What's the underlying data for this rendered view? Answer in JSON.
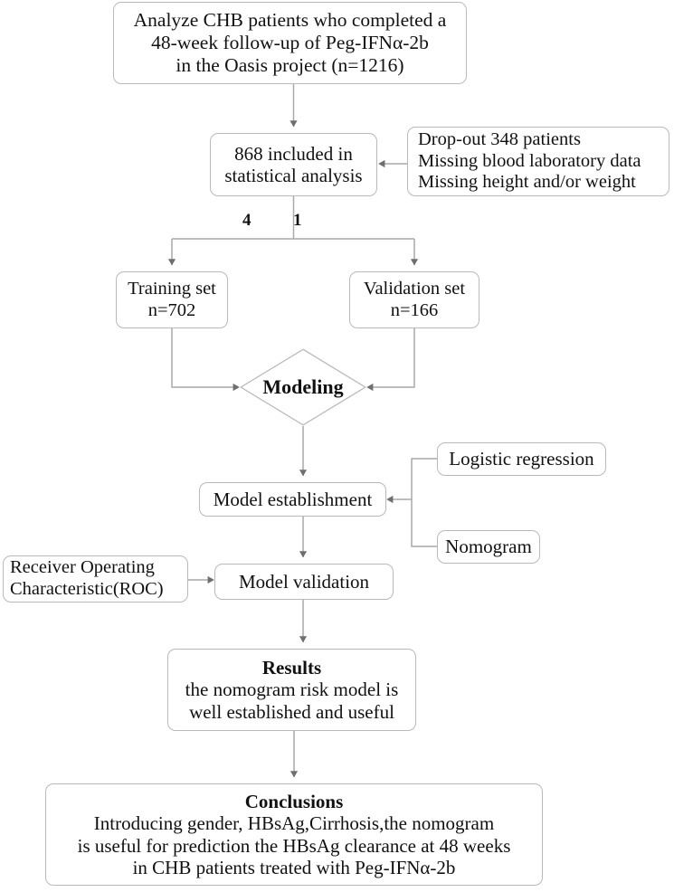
{
  "diagram": {
    "title": "CHB Peg-IFNα-2b nomogram study flow",
    "colors": {
      "border": "#b9b9b9",
      "connector": "#a8a8a8",
      "arrowhead": "#6e6e6e",
      "text": "#111111",
      "background": "#ffffff"
    }
  },
  "nodes": {
    "source": {
      "name": "source-cohort",
      "lines": [
        "Analyze CHB patients who completed a",
        "48-week follow-up of Peg-IFNα-2b",
        "in the Oasis project (n=1216)"
      ],
      "n": 1216
    },
    "included": {
      "name": "included-in-analysis",
      "lines": [
        "868 included in",
        "statistical analysis"
      ],
      "n": 868
    },
    "dropout": {
      "name": "drop-out-reasons",
      "lines": [
        "Drop-out 348 patients",
        "Missing blood laboratory data",
        "Missing height and/or weight"
      ],
      "n": 348
    },
    "training": {
      "name": "training-set",
      "lines": [
        "Training set",
        "n=702"
      ],
      "n": 702
    },
    "validation": {
      "name": "validation-set",
      "lines": [
        "Validation set",
        "n=166"
      ],
      "n": 166
    },
    "modeling": {
      "name": "modeling-decision",
      "label": "Modeling"
    },
    "model_establishment": {
      "name": "model-establishment",
      "label": "Model establishment"
    },
    "logistic": {
      "name": "logistic-regression-method",
      "label": "Logistic regression"
    },
    "nomogram": {
      "name": "nomogram-method",
      "label": "Nomogram"
    },
    "roc": {
      "name": "roc-method",
      "lines": [
        "Receiver Operating",
        "Characteristic(ROC)"
      ]
    },
    "model_validation": {
      "name": "model-validation",
      "label": "Model validation"
    },
    "results": {
      "name": "results-box",
      "heading": "Results",
      "lines": [
        "the nomogram risk model is",
        "well established and useful"
      ]
    },
    "conclusions": {
      "name": "conclusions-box",
      "heading": "Conclusions",
      "lines": [
        "Introducing gender, HBsAg,Cirrhosis,the nomogram",
        "is useful for prediction the HBsAg clearance at 48 weeks",
        "in CHB patients treated with Peg-IFNα-2b"
      ]
    }
  },
  "split": {
    "name": "train-validation-split-ratio",
    "training_share": "4",
    "validation_share": "1",
    "ratio": "4:1"
  },
  "edges": [
    {
      "from": "source",
      "to": "included",
      "label": ""
    },
    {
      "from": "dropout",
      "to": "included",
      "label": ""
    },
    {
      "from": "included",
      "to": "training",
      "label": "4"
    },
    {
      "from": "included",
      "to": "validation",
      "label": "1"
    },
    {
      "from": "training",
      "to": "modeling",
      "label": ""
    },
    {
      "from": "validation",
      "to": "modeling",
      "label": ""
    },
    {
      "from": "modeling",
      "to": "model_establishment",
      "label": ""
    },
    {
      "from": "logistic",
      "to": "model_establishment",
      "label": ""
    },
    {
      "from": "nomogram",
      "to": "model_establishment",
      "label": ""
    },
    {
      "from": "model_establishment",
      "to": "model_validation",
      "label": ""
    },
    {
      "from": "roc",
      "to": "model_validation",
      "label": ""
    },
    {
      "from": "model_validation",
      "to": "results",
      "label": ""
    },
    {
      "from": "results",
      "to": "conclusions",
      "label": ""
    }
  ]
}
